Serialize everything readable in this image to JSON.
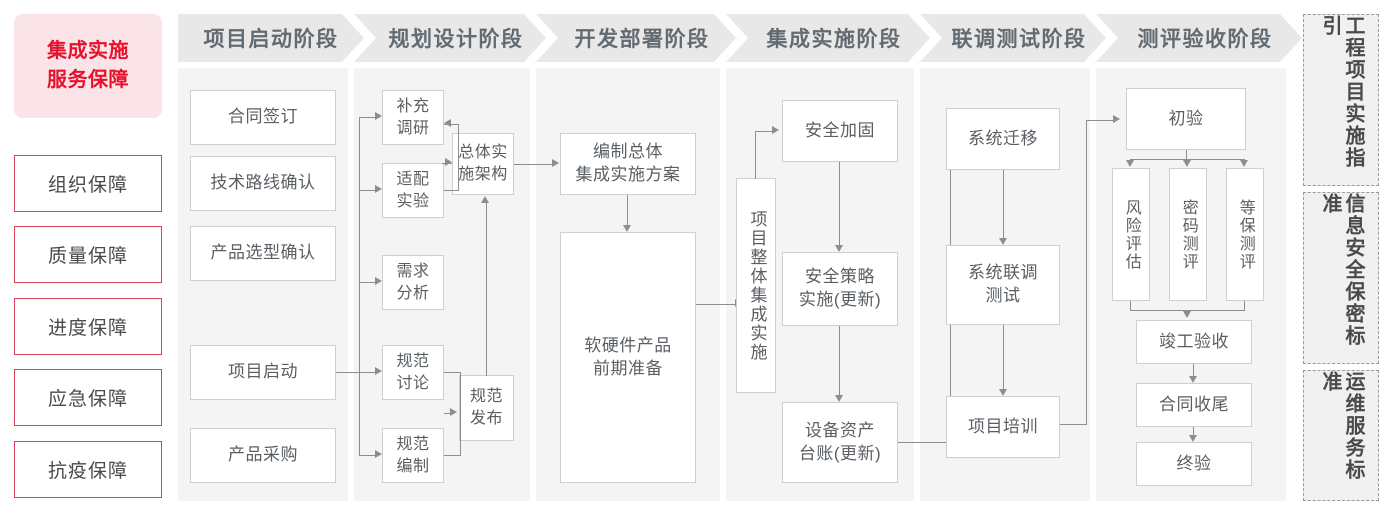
{
  "diagram": {
    "title_box": "集成实施\n服务保障",
    "guarantees": [
      {
        "label": "组织保障"
      },
      {
        "label": "质量保障"
      },
      {
        "label": "进度保障"
      },
      {
        "label": "应急保障"
      },
      {
        "label": "抗疫保障"
      }
    ],
    "phases": [
      {
        "id": "phase-1",
        "header": "项目启动阶段",
        "nodes": [
          {
            "name": "node-contract-signing",
            "label": "合同签订"
          },
          {
            "name": "node-tech-route-confirm",
            "label": "技术路线确认"
          },
          {
            "name": "node-product-selection",
            "label": "产品选型确认"
          },
          {
            "name": "node-project-kickoff",
            "label": "项目启动"
          },
          {
            "name": "node-product-procurement",
            "label": "产品采购"
          }
        ]
      },
      {
        "id": "phase-2",
        "header": "规划设计阶段",
        "nodes": [
          {
            "name": "node-supplementary-research",
            "label": "补充\n调研"
          },
          {
            "name": "node-adaptation-experiment",
            "label": "适配\n实验"
          },
          {
            "name": "node-requirement-analysis",
            "label": "需求\n分析"
          },
          {
            "name": "node-spec-discussion",
            "label": "规范\n讨论"
          },
          {
            "name": "node-spec-drafting",
            "label": "规范\n编制"
          },
          {
            "name": "node-overall-impl-architecture",
            "label": "总体实\n施架构"
          },
          {
            "name": "node-spec-release",
            "label": "规范\n发布"
          }
        ]
      },
      {
        "id": "phase-3",
        "header": "开发部署阶段",
        "nodes": [
          {
            "name": "node-compile-overall-plan",
            "label": "编制总体\n集成实施方案"
          },
          {
            "name": "node-hw-sw-preparation",
            "label": "软硬件产品\n前期准备"
          }
        ]
      },
      {
        "id": "phase-4",
        "header": "集成实施阶段",
        "nodes": [
          {
            "name": "node-overall-integration",
            "label": "项目整体集成实施"
          },
          {
            "name": "node-security-hardening",
            "label": "安全加固"
          },
          {
            "name": "node-security-policy-impl",
            "label": "安全策略\n实施(更新)"
          },
          {
            "name": "node-asset-ledger",
            "label": "设备资产\n台账(更新)"
          }
        ]
      },
      {
        "id": "phase-5",
        "header": "联调测试阶段",
        "nodes": [
          {
            "name": "node-system-migration",
            "label": "系统迁移"
          },
          {
            "name": "node-system-joint-test",
            "label": "系统联调\n测试"
          },
          {
            "name": "node-project-training",
            "label": "项目培训"
          }
        ]
      },
      {
        "id": "phase-6",
        "header": "测评验收阶段",
        "nodes": [
          {
            "name": "node-preliminary-acceptance",
            "label": "初验"
          },
          {
            "name": "node-risk-assessment",
            "label": "风险评估"
          },
          {
            "name": "node-crypto-evaluation",
            "label": "密码测评"
          },
          {
            "name": "node-classified-evaluation",
            "label": "等保测评"
          },
          {
            "name": "node-final-completion-accept",
            "label": "竣工验收"
          },
          {
            "name": "node-contract-closeout",
            "label": "合同收尾"
          },
          {
            "name": "node-final-acceptance",
            "label": "终验"
          }
        ]
      }
    ],
    "standards": [
      {
        "name": "std-engineering-guideline",
        "label": "工程项目实施指引"
      },
      {
        "name": "std-infosec-confidential",
        "label": "信息安全保密标准"
      },
      {
        "name": "std-om-service",
        "label": "运维服务标准"
      }
    ],
    "colors": {
      "accent_red": "#e8112d",
      "lead_bg": "#fbe4e8",
      "guarantee_border": "#d6455c",
      "header_bg": "#e8e8e8",
      "header_text": "#636b72",
      "panel_bg": "#f4f4f4",
      "node_border": "#cfcfcf",
      "node_text": "#5a5f63",
      "connector": "#8d8d8d",
      "std_bg": "#f0f0f0",
      "std_border": "#9a9a9a"
    }
  }
}
